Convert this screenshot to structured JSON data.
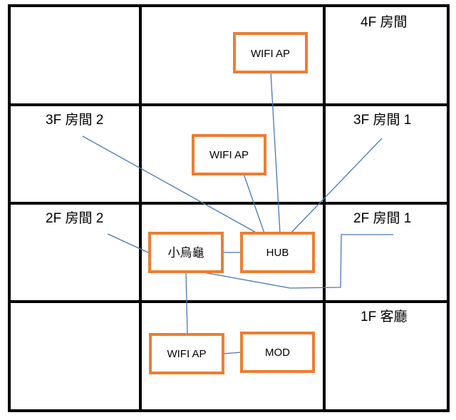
{
  "colors": {
    "grid": "#000000",
    "device_border": "#ed7d31",
    "wire": "#4a77b4",
    "background": "#ffffff"
  },
  "rooms": {
    "r4f": "4F 房間",
    "r3f_2": "3F 房間 2",
    "r3f_1": "3F 房間 1",
    "r2f_2": "2F 房間 2",
    "r2f_1": "2F 房間 1",
    "r1f": "1F 客廳"
  },
  "devices": {
    "wifi_ap_4f": "WIFI AP",
    "wifi_ap_3f": "WIFI AP",
    "hub": "HUB",
    "turtle": "小烏龜",
    "wifi_ap_1f": "WIFI AP",
    "mod": "MOD"
  }
}
